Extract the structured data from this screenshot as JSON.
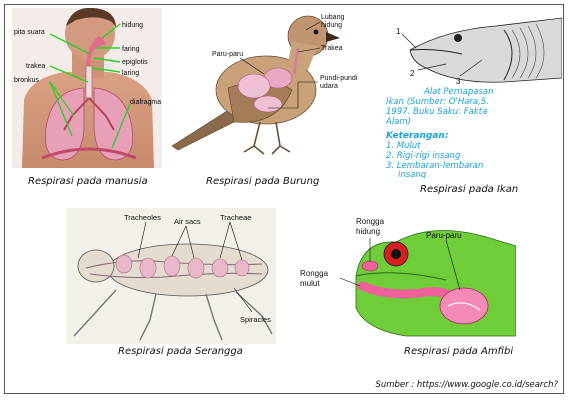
{
  "captions": {
    "human": "Respirasi pada manusia",
    "bird": "Respirasi pada Burung",
    "fish": "Respirasi pada Ikan",
    "insect": "Respirasi pada Serangga",
    "amphibian": "Respirasi pada Amfibi"
  },
  "human_labels": {
    "hidung": "hidung",
    "pita_suara": "pita suara",
    "faring": "faring",
    "trakea": "trakea",
    "epiglotis": "epiglotis",
    "laring": "laring",
    "bronkus": "bronkus",
    "diafragma": "diafragma"
  },
  "bird_labels": {
    "lubang_hidung_1": "Lubang",
    "lubang_hidung_2": "hidung",
    "trakea": "Trakea",
    "paru_paru": "Paru-paru",
    "pundi_1": "Pundi-pundi",
    "pundi_2": "udara"
  },
  "fish_labels": {
    "n1": "1",
    "n2": "2",
    "n3": "3",
    "title": "Alat Pernapasan",
    "source_line1": "Ikan (Sumber: O'Hara,S.",
    "source_line2": "1997. Buku Saku: Fakta",
    "source_line3": "Alam)",
    "keterangan": "Keterangan:",
    "item1": "1.  Mulut",
    "item2": "2.  Rigi-rigi insang",
    "item3": "3.  Lembaran-lembaran",
    "item3b": "insang"
  },
  "insect_labels": {
    "tracheoles": "Tracheoles",
    "air_sacs": "Air sacs",
    "tracheae": "Tracheae",
    "spiracles": "Spiracles"
  },
  "frog_labels": {
    "rongga_hidung_1": "Rongga",
    "rongga_hidung_2": "hidung",
    "paru_paru": "Paru-paru",
    "rongga_mulut_1": "Rongga",
    "rongga_mulut_2": "mulut"
  },
  "source": "Sumber : https://www.google.co.id/search?"
}
